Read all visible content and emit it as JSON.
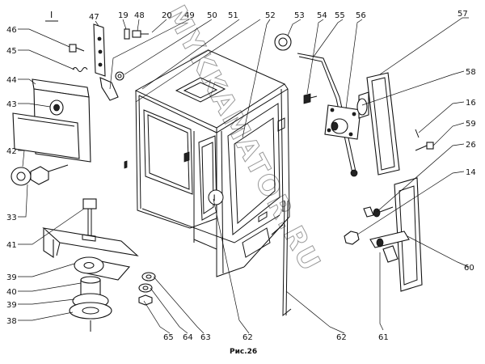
{
  "figure": {
    "caption": "Рис.26",
    "view_marker": "I",
    "callout_letter": "I",
    "watermark": "MYKKAMATOR.RU"
  },
  "labels": [
    {
      "id": "l46",
      "text": "46"
    },
    {
      "id": "l45",
      "text": "45"
    },
    {
      "id": "l44",
      "text": "44"
    },
    {
      "id": "l43",
      "text": "43"
    },
    {
      "id": "l42",
      "text": "42"
    },
    {
      "id": "l33",
      "text": "33"
    },
    {
      "id": "l41",
      "text": "41"
    },
    {
      "id": "l39a",
      "text": "39"
    },
    {
      "id": "l40",
      "text": "40"
    },
    {
      "id": "l39b",
      "text": "39"
    },
    {
      "id": "l38",
      "text": "38"
    },
    {
      "id": "l47",
      "text": "47"
    },
    {
      "id": "l19",
      "text": "19"
    },
    {
      "id": "l48",
      "text": "48"
    },
    {
      "id": "l20",
      "text": "20"
    },
    {
      "id": "l49",
      "text": "49"
    },
    {
      "id": "l50",
      "text": "50"
    },
    {
      "id": "l51",
      "text": "51"
    },
    {
      "id": "l52",
      "text": "52"
    },
    {
      "id": "l53",
      "text": "53"
    },
    {
      "id": "l54",
      "text": "54"
    },
    {
      "id": "l55",
      "text": "55"
    },
    {
      "id": "l56",
      "text": "56"
    },
    {
      "id": "l57",
      "text": "57"
    },
    {
      "id": "l58",
      "text": "58"
    },
    {
      "id": "l16",
      "text": "16"
    },
    {
      "id": "l59",
      "text": "59"
    },
    {
      "id": "l26",
      "text": "26"
    },
    {
      "id": "l14",
      "text": "14"
    },
    {
      "id": "l60",
      "text": "60"
    },
    {
      "id": "l61",
      "text": "61"
    },
    {
      "id": "l62a",
      "text": "62"
    },
    {
      "id": "l62b",
      "text": "62"
    },
    {
      "id": "l63",
      "text": "63"
    },
    {
      "id": "l64",
      "text": "64"
    },
    {
      "id": "l65",
      "text": "65"
    }
  ]
}
